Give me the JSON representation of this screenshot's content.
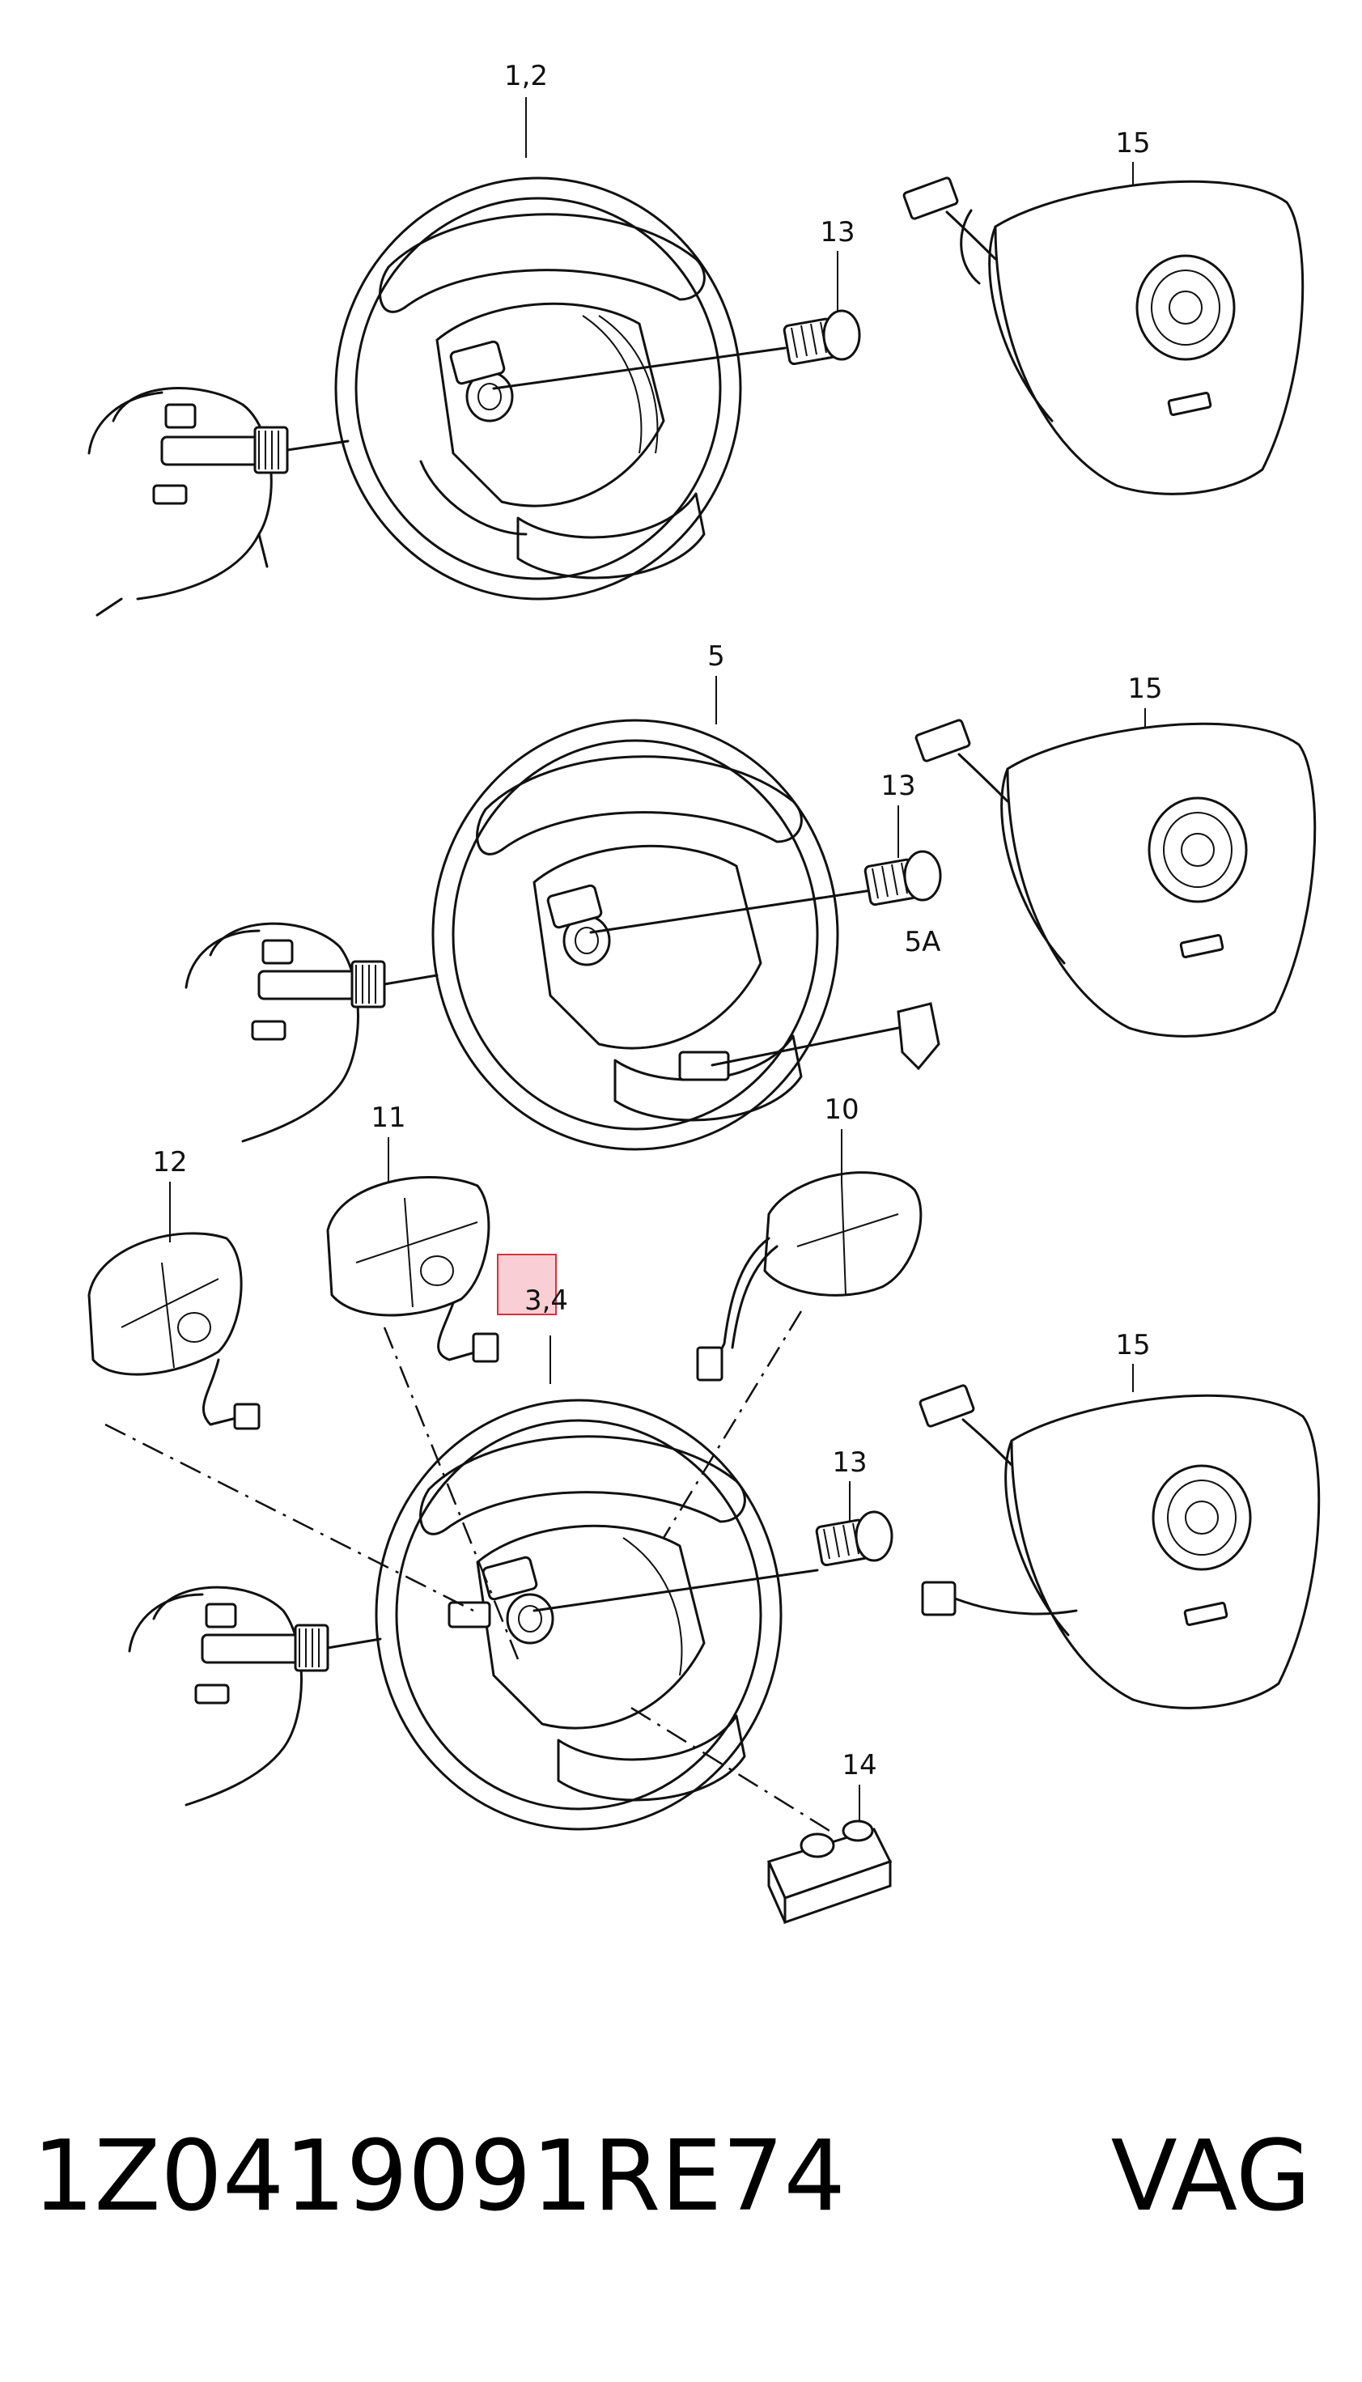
{
  "labels": {
    "l12a": "1,2",
    "l13a": "13",
    "l15a": "15",
    "l5": "5",
    "l13b": "13",
    "l15b": "15",
    "l5A": "5A",
    "l11": "11",
    "l12": "12",
    "l10": "10",
    "l34": "3,4",
    "l15c": "15",
    "l13c": "13",
    "l14": "14"
  },
  "footer": {
    "part_number": "1Z0419091RE74",
    "brand": "VAG"
  },
  "colors": {
    "highlight_fill": "#f9cfd5",
    "highlight_stroke": "#d9303c",
    "line": "#111111"
  }
}
